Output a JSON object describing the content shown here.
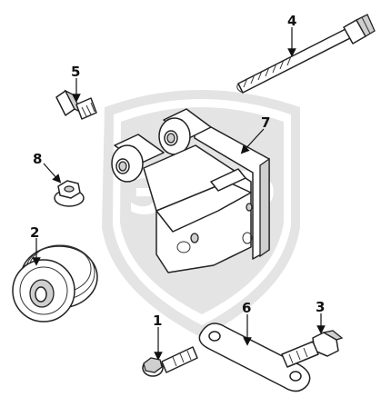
{
  "diagram": {
    "watermark": {
      "letters": "ЭПФ"
    },
    "callouts": [
      {
        "id": "1",
        "label": "1"
      },
      {
        "id": "2",
        "label": "2"
      },
      {
        "id": "3",
        "label": "3"
      },
      {
        "id": "4",
        "label": "4"
      },
      {
        "id": "5",
        "label": "5"
      },
      {
        "id": "6",
        "label": "6"
      },
      {
        "id": "7",
        "label": "7"
      },
      {
        "id": "8",
        "label": "8"
      }
    ]
  }
}
